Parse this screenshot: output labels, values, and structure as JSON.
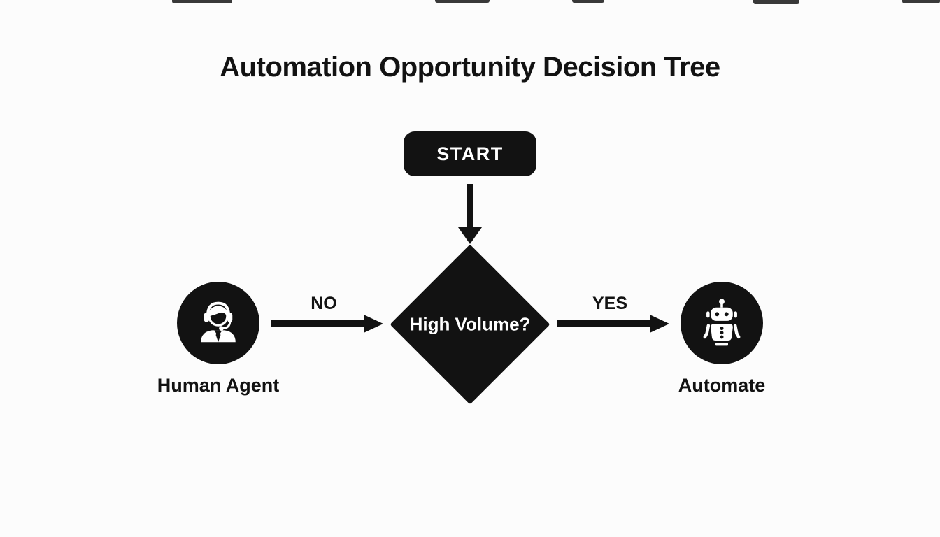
{
  "page": {
    "title": "Automation Opportunity Decision Tree"
  },
  "nodes": {
    "start": {
      "label": "START",
      "type": "start",
      "shape": "rounded-rectangle"
    },
    "decision": {
      "label": "High Volume?",
      "type": "decision",
      "shape": "diamond"
    },
    "human_agent": {
      "label": "Human Agent",
      "type": "outcome",
      "shape": "circle",
      "icon": "headset-agent-icon"
    },
    "automate": {
      "label": "Automate",
      "type": "outcome",
      "shape": "circle",
      "icon": "robot-icon"
    }
  },
  "edges": {
    "start_to_decision": {
      "label": "",
      "direction": "down"
    },
    "no_branch": {
      "label": "NO",
      "direction": "right",
      "between": [
        "human_agent",
        "decision"
      ]
    },
    "yes_branch": {
      "label": "YES",
      "direction": "right",
      "between": [
        "decision",
        "automate"
      ]
    }
  },
  "colors": {
    "shape_fill": "#121212",
    "background": "#fcfcfc",
    "text_on_shape": "#ffffff",
    "text": "#121212"
  }
}
